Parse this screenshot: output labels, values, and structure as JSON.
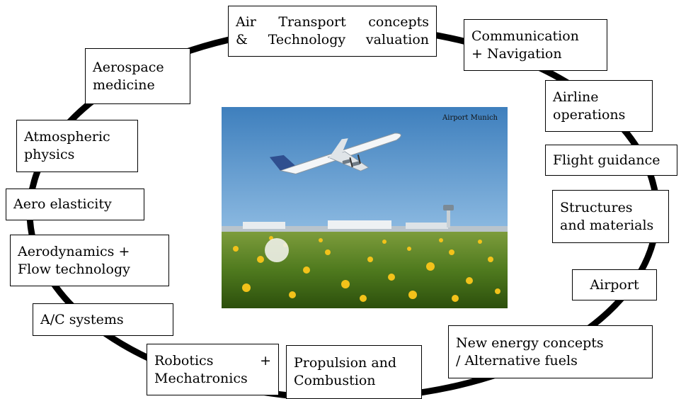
{
  "photo": {
    "caption": "Airport Munich"
  },
  "topics": [
    "Air Transport concepts\n& Technology valuation",
    "Communication\n+ Navigation",
    "Airline\noperations",
    "Flight guidance",
    "Structures\nand materials",
    "Airport",
    "New energy concepts\n/ Alternative fuels",
    "Propulsion and\nCombustion",
    "Robotics +\nMechatronics",
    "A/C systems",
    "Aerodynamics +\nFlow technology",
    "Aero elasticity",
    "Atmospheric\nphysics",
    "Aerospace\nmedicine"
  ]
}
